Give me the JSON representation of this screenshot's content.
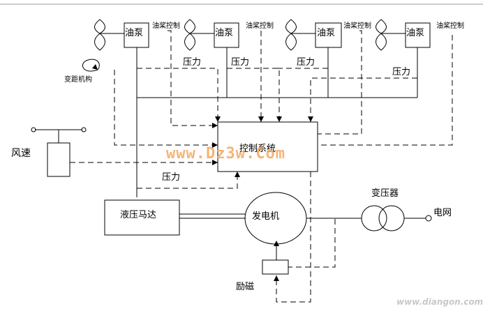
{
  "labels": {
    "pump": "油泵",
    "oil_control": "油桨控制",
    "pressure": "压力",
    "pitch_mechanism": "变距机构",
    "control_system": "控制系统",
    "wind_speed": "风速",
    "hydraulic_motor": "液压马达",
    "generator": "发电机",
    "transformer": "变压器",
    "grid": "电网",
    "excitation": "励磁"
  },
  "watermarks": {
    "center": "www.Dz3w.Com",
    "corner": "www.diangon.com"
  },
  "colors": {
    "line": "#000000",
    "watermark": "#f4a860"
  }
}
